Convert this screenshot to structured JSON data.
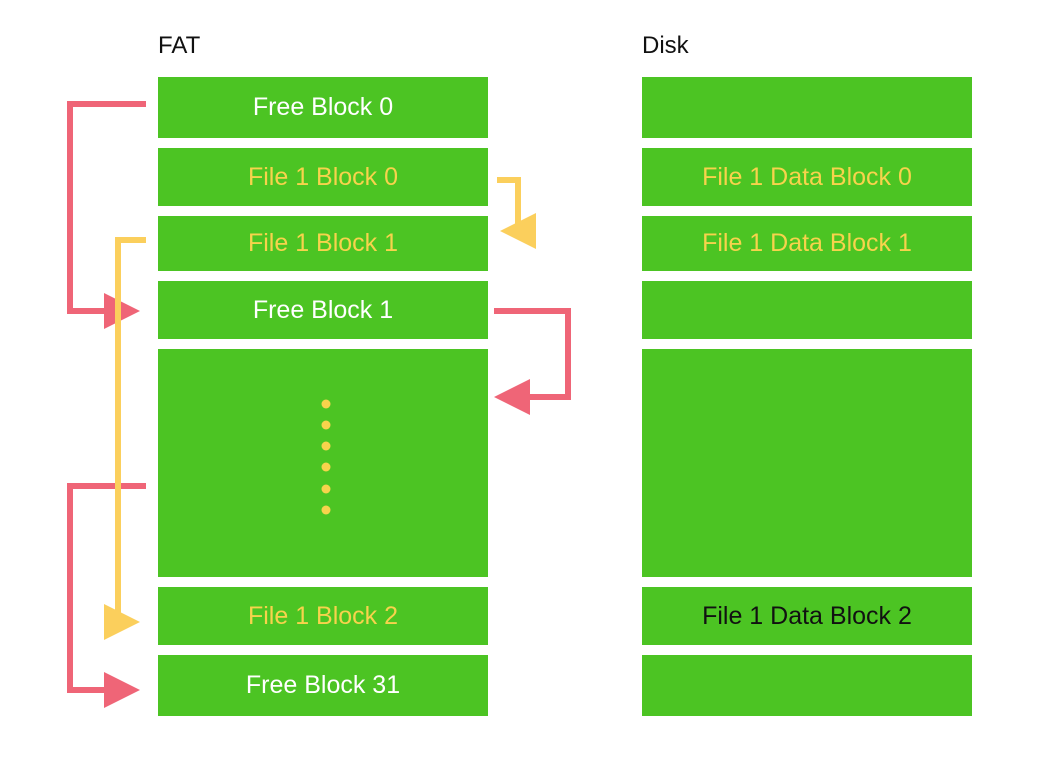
{
  "fat": {
    "title": "FAT",
    "blocks": [
      {
        "label": "Free Block 0",
        "kind": "free"
      },
      {
        "label": "File 1 Block 0",
        "kind": "file"
      },
      {
        "label": "File 1 Block 1",
        "kind": "file"
      },
      {
        "label": "Free Block 1",
        "kind": "free"
      },
      {
        "label": "",
        "kind": "gap"
      },
      {
        "label": "File 1 Block 2",
        "kind": "file"
      },
      {
        "label": "Free Block 31",
        "kind": "free"
      }
    ]
  },
  "disk": {
    "title": "Disk",
    "blocks": [
      {
        "label": "",
        "kind": "empty"
      },
      {
        "label": "File 1 Data Block 0",
        "kind": "file"
      },
      {
        "label": "File 1 Data Block 1",
        "kind": "file"
      },
      {
        "label": "",
        "kind": "empty"
      },
      {
        "label": "",
        "kind": "empty"
      },
      {
        "label": "File 1 Data Block 2",
        "kind": "dark"
      },
      {
        "label": "",
        "kind": "empty"
      }
    ]
  },
  "colors": {
    "block_fill": "#4cc423",
    "free_text": "#ffffff",
    "file_text": "#f7d34c",
    "dark_text": "#111111",
    "free_chain_arrow": "#ef6577",
    "file_chain_arrow": "#fbcf5c",
    "ellipsis_dots": "#f7d34c"
  }
}
